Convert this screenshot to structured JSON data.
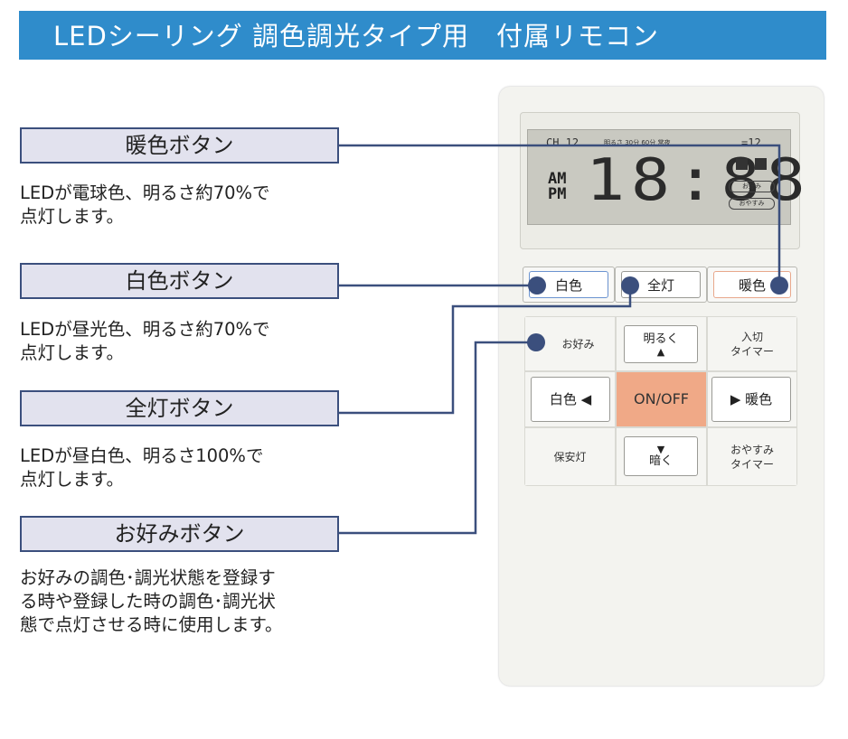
{
  "banner": {
    "title": "LEDシーリング 調色調光タイプ用　付属リモコン"
  },
  "labels": [
    {
      "title": "暖色ボタン",
      "desc": [
        "LEDが電球色、明るさ約70%で",
        "点灯します。"
      ]
    },
    {
      "title": "白色ボタン",
      "desc": [
        "LEDが昼光色、明るさ約70%で",
        "点灯します。"
      ]
    },
    {
      "title": "全灯ボタン",
      "desc": [
        "LEDが昼白色、明るさ100%で",
        "点灯します。"
      ]
    },
    {
      "title": "お好みボタン",
      "desc": [
        "お好みの調色･調光状態を登録す",
        "る時や登録した時の調色･調光状",
        "態で点灯させる時に使用します。"
      ]
    }
  ],
  "lcd": {
    "ch": "CH 12",
    "small": "明るさ 30分 60分 常夜",
    "ch2": "=12",
    "am": "AM",
    "pm": "PM",
    "time": "18:88",
    "pill1": "お好み",
    "pill2": "おやすみ"
  },
  "top_buttons": {
    "white": "白色",
    "full": "全灯",
    "warm": "暖色"
  },
  "pad": {
    "okonomi": "お好み",
    "bright_up": "明るく",
    "bright_up_arrow": "▲",
    "timer_on_1": "入切",
    "timer_on_2": "タイマー",
    "white": "白色 ◀",
    "onoff": "ON/OFF",
    "warm": "▶ 暖色",
    "night": "保安灯",
    "bright_down_arrow": "▼",
    "bright_down": "暗く",
    "sleep_1": "おやすみ",
    "sleep_2": "タイマー"
  },
  "colors": {
    "banner": "#2f8ccb",
    "label_bg": "#e2e2ee",
    "line": "#3b4f7d",
    "onoff": "#f0a987"
  }
}
